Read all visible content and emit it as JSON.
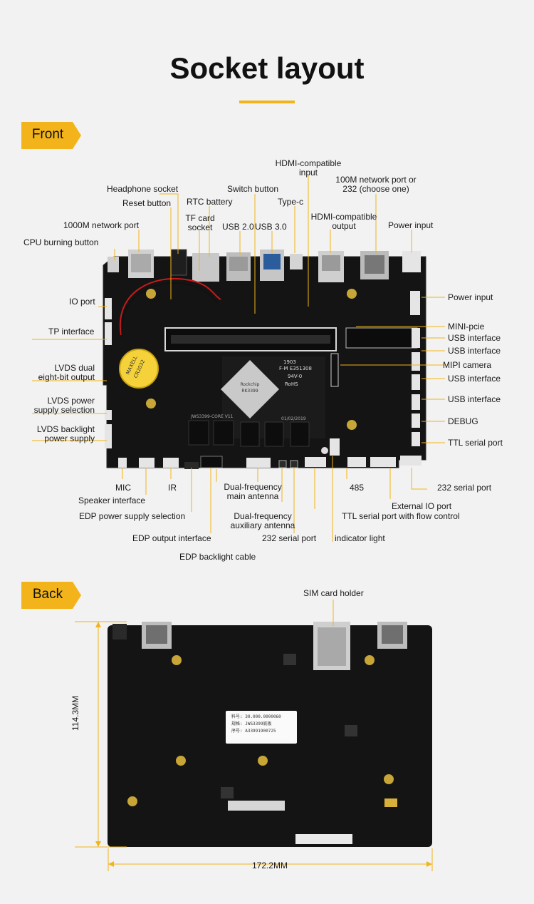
{
  "title": "Socket layout",
  "sections": {
    "front": "Front",
    "back": "Back"
  },
  "front_labels": {
    "hdmi_input": "HDMI-compatible\ninput",
    "network_100m": "100M network port or\n232 (choose one)",
    "headphone": "Headphone socket",
    "switch_button": "Switch button",
    "reset_button": "Reset button",
    "rtc_battery": "RTC battery",
    "type_c": "Type-c",
    "tf_card": "TF card\nsocket",
    "usb20": "USB 2.0",
    "usb30": "USB 3.0",
    "hdmi_output": "HDMI-compatible\noutput",
    "power_input_top": "Power input",
    "network_1000m": "1000M network port",
    "cpu_burning": "CPU burning button",
    "io_port": "IO port",
    "tp_interface": "TP interface",
    "lvds_dual": "LVDS dual\neight-bit output",
    "lvds_power": "LVDS power\nsupply selection",
    "lvds_backlight": "LVDS backlight\npower supply",
    "power_input_right": "Power input",
    "mini_pcie": "MINI-pcie",
    "usb_interface_1": "USB interface",
    "usb_interface_2": "USB interface",
    "mipi_camera": "MIPI camera",
    "usb_interface_3": "USB interface",
    "usb_interface_4": "USB interface",
    "debug": "DEBUG",
    "ttl_serial": "TTL serial port",
    "mic": "MIC",
    "ir": "IR",
    "speaker": "Speaker interface",
    "edp_power": "EDP power supply selection",
    "edp_output": "EDP output interface",
    "edp_backlight": "EDP backlight cable",
    "main_antenna": "Dual-frequency\nmain antenna",
    "aux_antenna": "Dual-frequency\nauxiliary antenna",
    "serial_232_bottom": "232 serial port",
    "indicator": "indicator light",
    "p485": "485",
    "ttl_flow": "TTL serial port with flow control",
    "external_io": "External IO port",
    "serial_232_right": "232 serial port"
  },
  "back_labels": {
    "sim_holder": "SIM card holder",
    "height": "114.3MM",
    "width": "172.2MM"
  },
  "board_print": {
    "chip_brand": "Rockchip",
    "chip_model": "RK3399",
    "part_no": "F-M E351308",
    "rohs": "RoHS",
    "v0": "94V-0",
    "core": "JWS3399-CORE V11",
    "date": "01/02/2019",
    "logo_small": "1903",
    "battery": "MAXELL\nCR2032",
    "sticker": "料号: 30.000.0000060\n规格: JWS3399底板\n序号: A33991900725"
  },
  "colors": {
    "accent": "#f2b41a",
    "board": "#141414"
  }
}
